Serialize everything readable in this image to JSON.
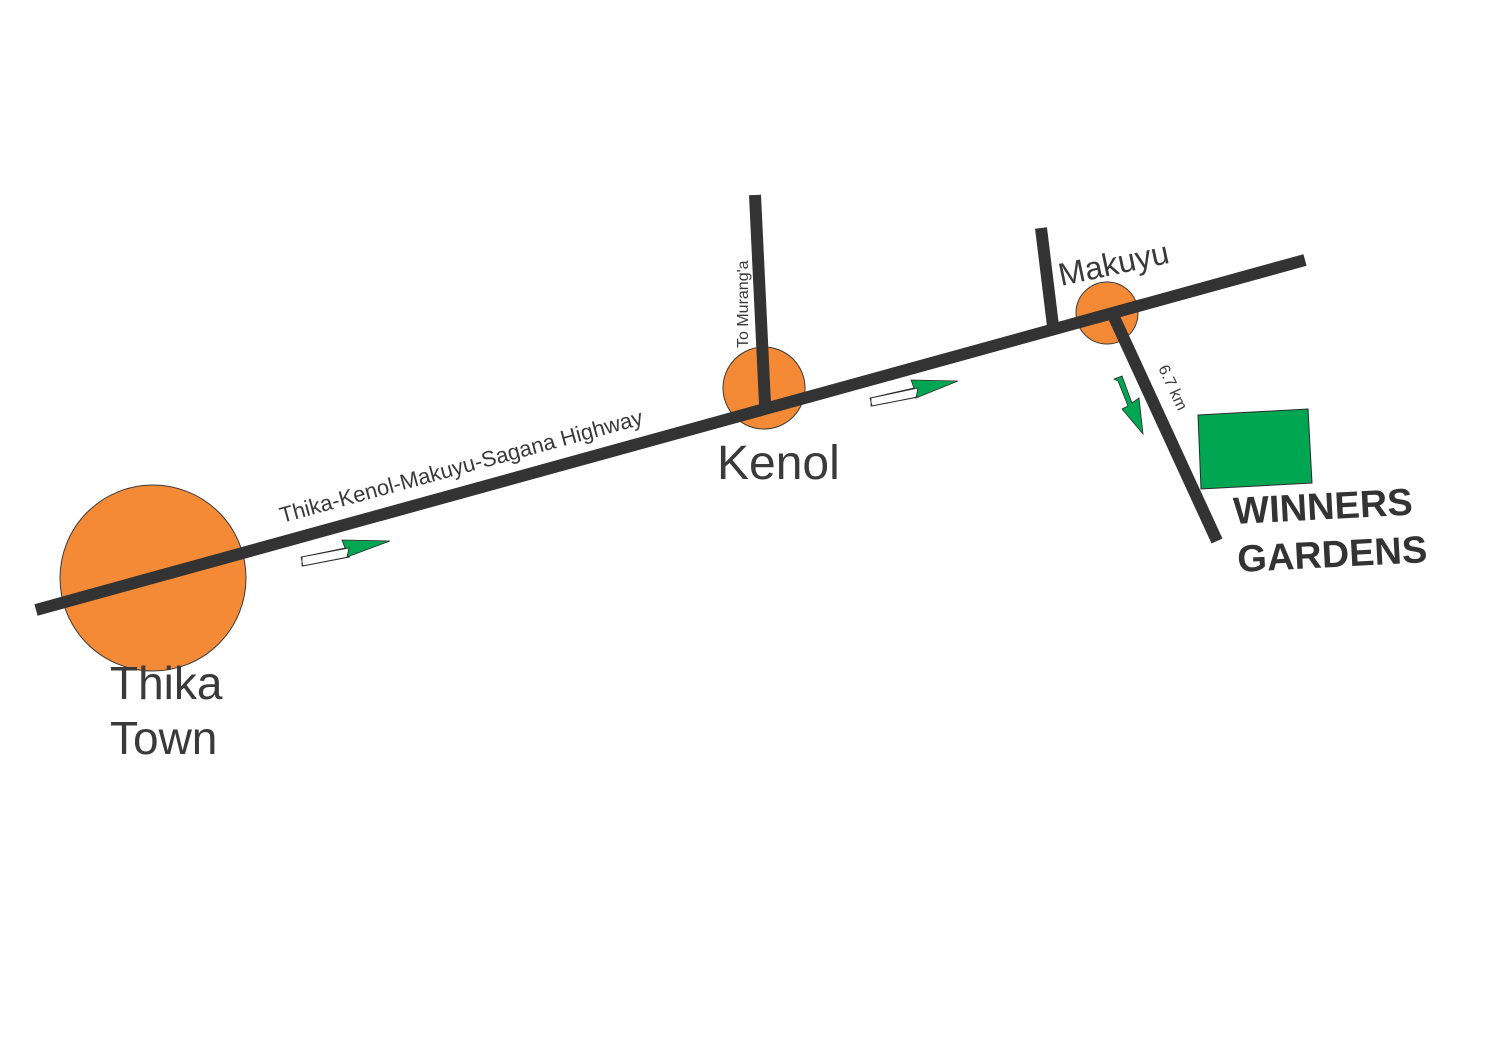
{
  "colors": {
    "road": "#333333",
    "town_marker": "#f48a36",
    "direction_arrow": "#00a651",
    "destination": "#00a651",
    "text": "#3a3a3a",
    "background": "#ffffff"
  },
  "highway": {
    "label": "Thika-Kenol-Makuyu-Sagana Highway"
  },
  "towns": {
    "thika": {
      "line1": "Thika",
      "line2": "Town"
    },
    "kenol": {
      "name": "Kenol"
    },
    "makuyu": {
      "name": "Makuyu"
    }
  },
  "side_roads": {
    "murangа_label": "To Murang'a",
    "distance_label": "6.7 km"
  },
  "destination": {
    "line1": "WINNERS",
    "line2": "GARDENS"
  },
  "icons": {
    "town_marker": "circle-marker-icon",
    "direction": "arrow-right-icon",
    "destination": "plot-square-icon"
  }
}
